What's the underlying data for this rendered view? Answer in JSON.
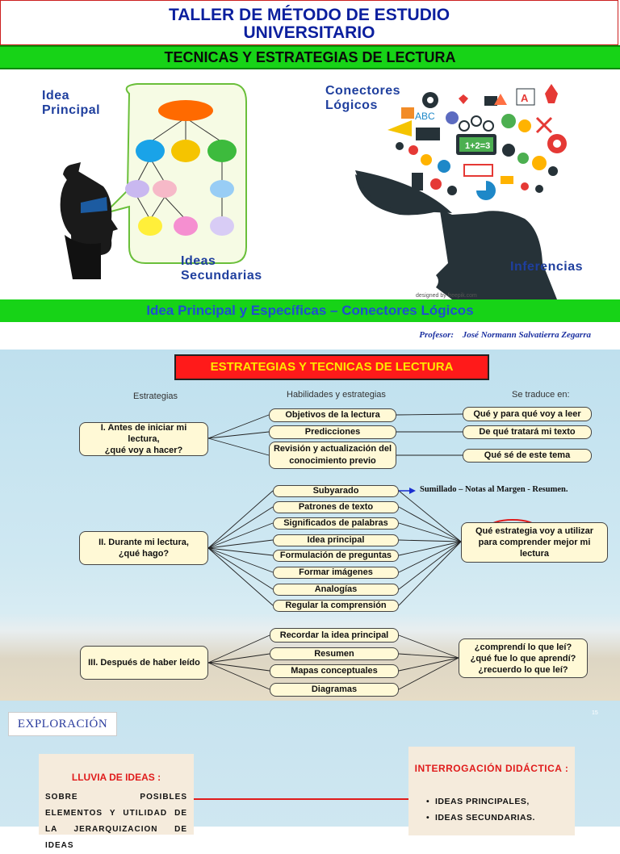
{
  "header": {
    "title_line1": "TALLER DE MÉTODO DE ESTUDIO",
    "title_line2": "UNIVERSITARIO",
    "subtitle": "TECNICAS Y ESTRATEGIAS DE LECTURA"
  },
  "hero": {
    "idea_principal": [
      "Idea",
      "Principal"
    ],
    "ideas_secundarias": [
      "Ideas",
      "Secundarias"
    ],
    "conectores": [
      "Conectores",
      "Lógicos"
    ],
    "inferencias": "Inferencias",
    "credit": "designed by freepik.com",
    "calc_text": "1+2=3",
    "abc_text": "ABC"
  },
  "banner2": "Idea Principal y Específicas – Conectores Lógicos",
  "professor": {
    "label": "Profesor:",
    "name": "José Normann Salvatierra  Zegarra"
  },
  "strategies": {
    "title": "ESTRATEGIAS Y TECNICAS DE  LECTURA",
    "col_headers": [
      "Estrategias",
      "Habilidades y estrategias",
      "Se traduce en:"
    ],
    "phases": [
      {
        "label": [
          "I. Antes de iniciar mi",
          "lectura,",
          "¿qué voy a hacer?"
        ]
      },
      {
        "label": [
          "II. Durante mi lectura,",
          "¿qué hago?"
        ]
      },
      {
        "label": [
          "III. Después de haber leído"
        ]
      }
    ],
    "before_skills": [
      "Objetivos de la lectura",
      "Predicciones",
      "Revisión y actualización del conocimiento previo"
    ],
    "before_results": [
      "Qué y para qué voy a leer",
      "De qué tratará mi texto",
      "Qué sé de este tema"
    ],
    "during_skills": [
      "Subyarado",
      "Patrones de texto",
      "Significados de palabras",
      "Idea principal",
      "Formulación de preguntas",
      "Formar imágenes",
      "Analogías",
      "Regular la comprensión"
    ],
    "during_result": [
      "Qué estrategia voy a utilizar",
      "para comprender mejor mi",
      "lectura"
    ],
    "sumillado_note": "Sumillado – Notas al Margen - Resumen.",
    "after_skills": [
      "Recordar la idea principal",
      "Resumen",
      "Mapas conceptuales",
      "Diagramas"
    ],
    "after_result": [
      "¿comprendí lo que leí?",
      "¿qué fue lo que aprendí?",
      "¿recuerdo lo que leí?"
    ]
  },
  "exploration": {
    "tag": "EXPLORACIÓN",
    "slide_number": "15",
    "brainstorm_title": "LLUVIA DE IDEAS :",
    "brainstorm_text": "SOBRE POSIBLES ELEMENTOS Y UTILIDAD DE LA JERARQUIZACION DE IDEAS",
    "interrogation_title": "INTERROGACIÓN DIDÁCTICA :",
    "interrogation_items": [
      "IDEAS PRINCIPALES,",
      "IDEAS SECUNDARIAS."
    ]
  },
  "colors": {
    "title_blue": "#0b1f9e",
    "green": "#17d317",
    "red": "#ff1a1a",
    "yellow_text": "#ffe600",
    "box_fill": "#fff9d6"
  }
}
